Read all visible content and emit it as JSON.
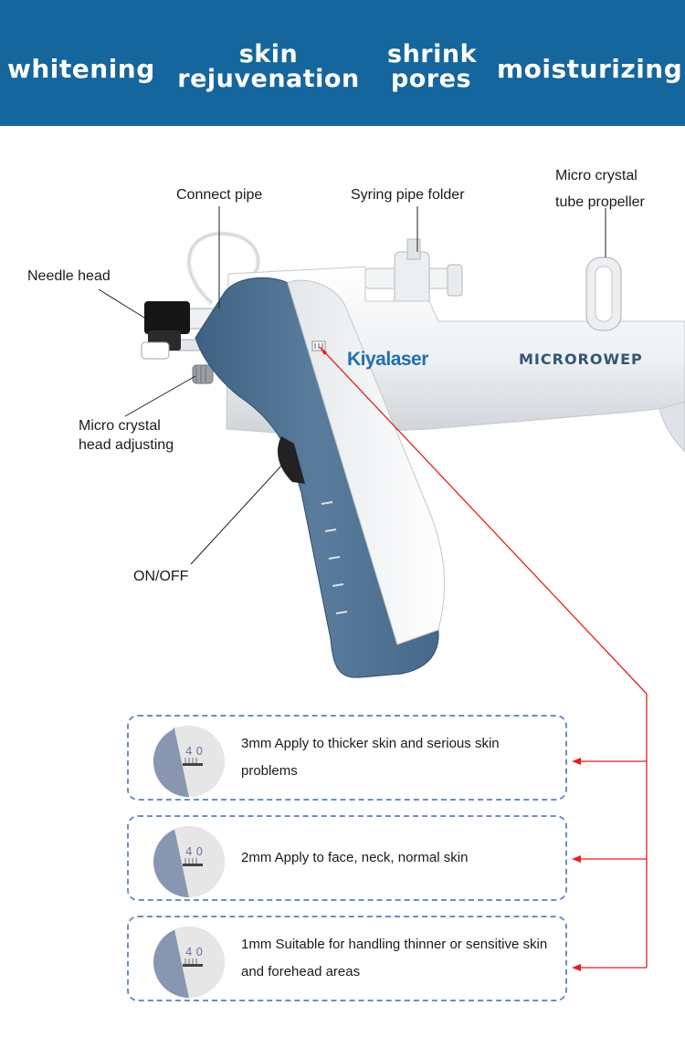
{
  "banner": {
    "background": "#15669c",
    "benefits": [
      [
        "whitening"
      ],
      [
        "skin",
        "rejuvenation"
      ],
      [
        "shrink",
        "pores"
      ],
      [
        "moisturizing"
      ]
    ]
  },
  "device": {
    "brand": "Kiyalaser",
    "model": "MICROROWEP",
    "body_color": "#f1f2f4",
    "accent_color": "#4b6d8f"
  },
  "labels": {
    "needle_head": "Needle head",
    "connect_pipe": "Connect pipe",
    "syring_pipe_folder": "Syring pipe folder",
    "tube_propeller": [
      "Micro crystal",
      "tube propeller"
    ],
    "head_adjusting": [
      "Micro crystal",
      "head adjusting"
    ],
    "on_off": "ON/OFF"
  },
  "depth_options": [
    {
      "dial_icon": "depth-dial-icon",
      "dial_reading": "4 0",
      "text": "3mm Apply to thicker skin and serious skin problems"
    },
    {
      "dial_icon": "depth-dial-icon",
      "dial_reading": "4 0",
      "text": "2mm Apply to face, neck, normal skin"
    },
    {
      "dial_icon": "depth-dial-icon",
      "dial_reading": "4 0",
      "text": "1mm Suitable for  handling thinner or sensitive skin and forehead areas"
    }
  ],
  "colors": {
    "pointer_arrow": "#e51e1e",
    "option_border": "#6d8fbd"
  }
}
